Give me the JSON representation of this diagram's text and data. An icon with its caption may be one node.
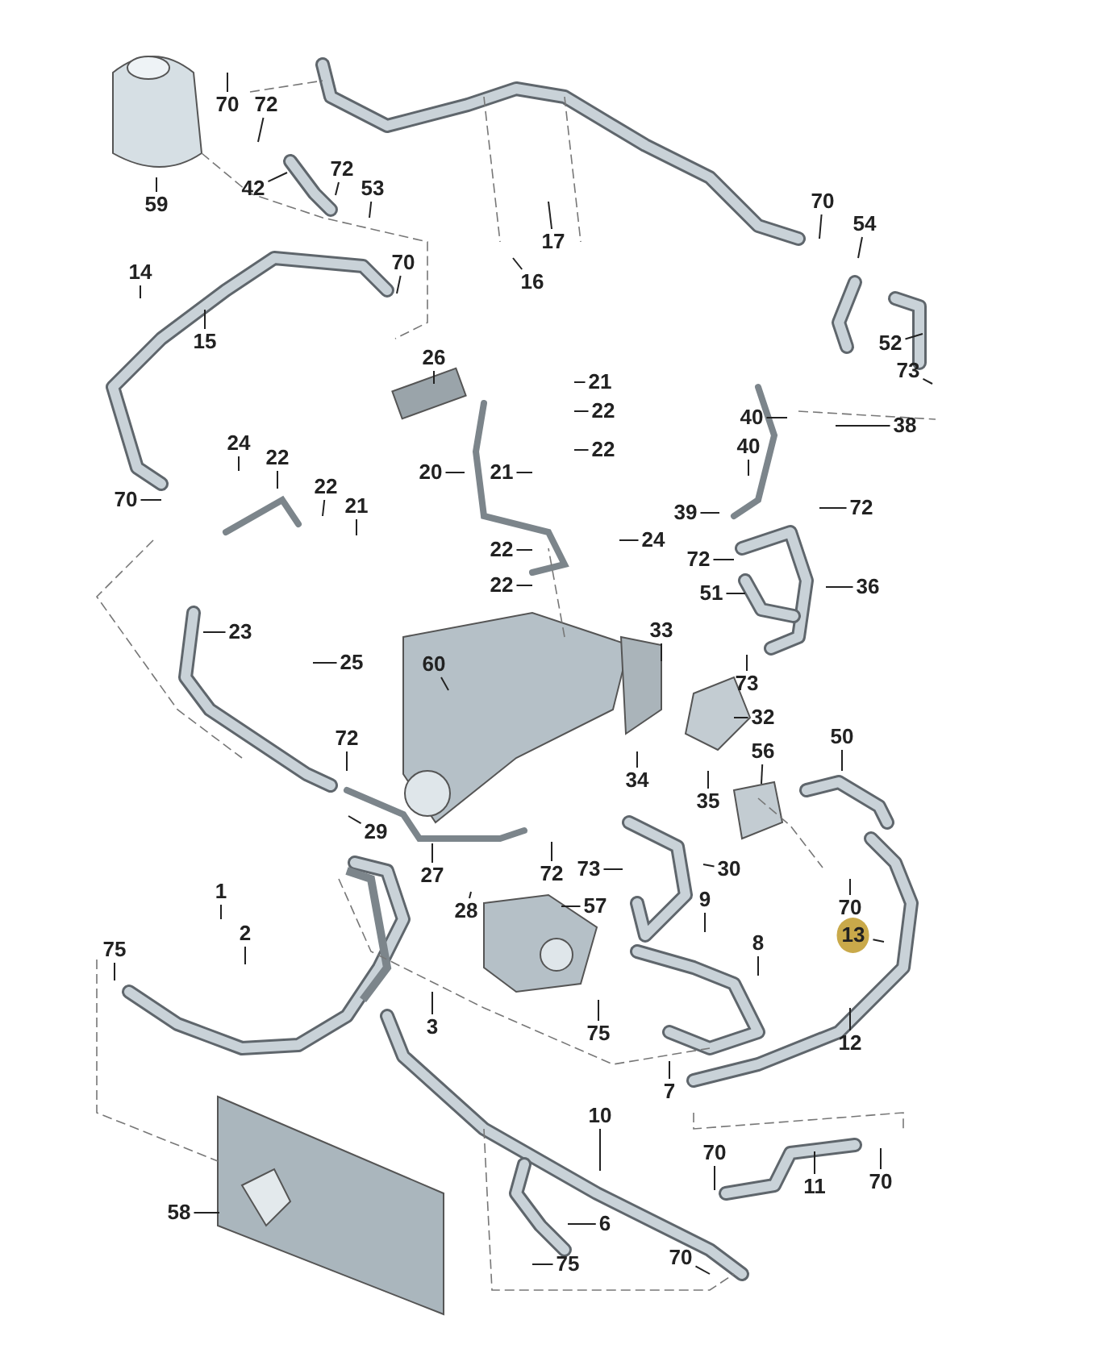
{
  "diagram": {
    "nodes": [
      {
        "text": [
          "70"
        ]
      },
      {
        "text": [
          "72"
        ]
      },
      {
        "text": [
          "59"
        ]
      },
      {
        "text": [
          "42"
        ]
      },
      {
        "text": [
          "72"
        ]
      },
      {
        "text": [
          "53"
        ]
      },
      {
        "text": [
          "70"
        ]
      },
      {
        "text": [
          "14"
        ]
      },
      {
        "text": [
          "15"
        ]
      },
      {
        "text": [
          "17"
        ]
      },
      {
        "text": [
          "16"
        ]
      },
      {
        "text": [
          "70"
        ]
      },
      {
        "text": [
          "54"
        ]
      },
      {
        "text": [
          "52"
        ]
      },
      {
        "text": [
          "73"
        ]
      },
      {
        "text": [
          "26"
        ]
      },
      {
        "text": [
          "21"
        ]
      },
      {
        "text": [
          "22"
        ]
      },
      {
        "text": [
          "22"
        ]
      },
      {
        "text": [
          "20"
        ]
      },
      {
        "text": [
          "21"
        ]
      },
      {
        "text": [
          "24"
        ]
      },
      {
        "text": [
          "22"
        ]
      },
      {
        "text": [
          "22"
        ]
      },
      {
        "text": [
          "21"
        ]
      },
      {
        "text": [
          "70"
        ]
      },
      {
        "text": [
          "40"
        ]
      },
      {
        "text": [
          "38"
        ]
      },
      {
        "text": [
          "40"
        ]
      },
      {
        "text": [
          "39"
        ]
      },
      {
        "text": [
          "72"
        ]
      },
      {
        "text": [
          "24"
        ]
      },
      {
        "text": [
          "22"
        ]
      },
      {
        "text": [
          "22"
        ]
      },
      {
        "text": [
          "72"
        ]
      },
      {
        "text": [
          "51"
        ]
      },
      {
        "text": [
          "36"
        ]
      },
      {
        "text": [
          "23"
        ]
      },
      {
        "text": [
          "25"
        ]
      },
      {
        "text": [
          "33"
        ]
      },
      {
        "text": [
          "60"
        ]
      },
      {
        "text": [
          "73"
        ]
      },
      {
        "text": [
          "32"
        ]
      },
      {
        "text": [
          "56"
        ]
      },
      {
        "text": [
          "50"
        ]
      },
      {
        "text": [
          "72"
        ]
      },
      {
        "text": [
          "34"
        ]
      },
      {
        "text": [
          "35"
        ]
      },
      {
        "text": [
          "29"
        ]
      },
      {
        "text": [
          "27"
        ]
      },
      {
        "text": [
          "72"
        ]
      },
      {
        "text": [
          "73"
        ]
      },
      {
        "text": [
          "30"
        ]
      },
      {
        "text": [
          "57"
        ]
      },
      {
        "text": [
          "28"
        ]
      },
      {
        "text": [
          "9"
        ]
      },
      {
        "text": [
          "1"
        ]
      },
      {
        "text": [
          "2"
        ]
      },
      {
        "text": [
          "75"
        ]
      },
      {
        "text": [
          "8"
        ]
      },
      {
        "text": [
          "70"
        ]
      },
      {
        "text": [
          "13"
        ]
      },
      {
        "text": [
          "3"
        ]
      },
      {
        "text": [
          "75"
        ]
      },
      {
        "text": [
          "12"
        ]
      },
      {
        "text": [
          "7"
        ]
      },
      {
        "text": [
          "10"
        ]
      },
      {
        "text": [
          "70"
        ]
      },
      {
        "text": [
          "58"
        ]
      },
      {
        "text": [
          "11"
        ]
      },
      {
        "text": [
          "70"
        ]
      },
      {
        "text": [
          "6"
        ]
      },
      {
        "text": [
          "70"
        ]
      },
      {
        "text": [
          "75"
        ]
      }
    ],
    "edges": [
      {
        "from": 0,
        "to": null,
        "arrow": "none"
      },
      {
        "from": 1,
        "to": null,
        "arrow": "none"
      },
      {
        "from": 2,
        "to": null,
        "arrow": "none"
      },
      {
        "from": 3,
        "to": null,
        "arrow": "none"
      },
      {
        "from": 4,
        "to": null,
        "arrow": "none"
      },
      {
        "from": 5,
        "to": null,
        "arrow": "none"
      },
      {
        "from": 6,
        "to": null,
        "arrow": "none"
      },
      {
        "from": 7,
        "to": null,
        "arrow": "none"
      },
      {
        "from": 8,
        "to": null,
        "arrow": "none"
      },
      {
        "from": 9,
        "to": null,
        "arrow": "none"
      },
      {
        "from": 10,
        "to": null,
        "arrow": "none"
      },
      {
        "from": 11,
        "to": null,
        "arrow": "none"
      },
      {
        "from": 12,
        "to": null,
        "arrow": "none"
      },
      {
        "from": 13,
        "to": null,
        "arrow": "none"
      },
      {
        "from": 14,
        "to": null,
        "arrow": "none"
      },
      {
        "from": 15,
        "to": null,
        "arrow": "none"
      },
      {
        "from": 16,
        "to": null,
        "arrow": "none"
      },
      {
        "from": 17,
        "to": null,
        "arrow": "none"
      },
      {
        "from": 18,
        "to": null,
        "arrow": "none"
      },
      {
        "from": 19,
        "to": null,
        "arrow": "none"
      },
      {
        "from": 20,
        "to": null,
        "arrow": "none"
      },
      {
        "from": 21,
        "to": null,
        "arrow": "none"
      },
      {
        "from": 22,
        "to": null,
        "arrow": "none"
      },
      {
        "from": 23,
        "to": null,
        "arrow": "none"
      },
      {
        "from": 24,
        "to": null,
        "arrow": "none"
      },
      {
        "from": 25,
        "to": null,
        "arrow": "none"
      },
      {
        "from": 26,
        "to": null,
        "arrow": "none"
      },
      {
        "from": 27,
        "to": null,
        "arrow": "none"
      },
      {
        "from": 28,
        "to": null,
        "arrow": "none"
      },
      {
        "from": 29,
        "to": null,
        "arrow": "none"
      },
      {
        "from": 30,
        "to": null,
        "arrow": "none"
      },
      {
        "from": 31,
        "to": null,
        "arrow": "none"
      },
      {
        "from": 32,
        "to": null,
        "arrow": "none"
      },
      {
        "from": 33,
        "to": null,
        "arrow": "none"
      },
      {
        "from": 34,
        "to": null,
        "arrow": "none"
      },
      {
        "from": 35,
        "to": null,
        "arrow": "none"
      },
      {
        "from": 36,
        "to": null,
        "arrow": "none"
      },
      {
        "from": 37,
        "to": null,
        "arrow": "none"
      },
      {
        "from": 38,
        "to": null,
        "arrow": "none"
      },
      {
        "from": 39,
        "to": null,
        "arrow": "none"
      },
      {
        "from": 40,
        "to": null,
        "arrow": "none"
      },
      {
        "from": 41,
        "to": null,
        "arrow": "none"
      },
      {
        "from": 42,
        "to": null,
        "arrow": "none"
      },
      {
        "from": 43,
        "to": null,
        "arrow": "none"
      },
      {
        "from": 44,
        "to": null,
        "arrow": "none"
      },
      {
        "from": 45,
        "to": null,
        "arrow": "none"
      },
      {
        "from": 46,
        "to": null,
        "arrow": "none"
      },
      {
        "from": 47,
        "to": null,
        "arrow": "none"
      },
      {
        "from": 48,
        "to": null,
        "arrow": "none"
      },
      {
        "from": 49,
        "to": null,
        "arrow": "none"
      },
      {
        "from": 50,
        "to": null,
        "arrow": "none"
      },
      {
        "from": 51,
        "to": null,
        "arrow": "none"
      },
      {
        "from": 52,
        "to": null,
        "arrow": "none"
      },
      {
        "from": 53,
        "to": null,
        "arrow": "none"
      },
      {
        "from": 54,
        "to": null,
        "arrow": "none"
      },
      {
        "from": 55,
        "to": null,
        "arrow": "none"
      },
      {
        "from": 56,
        "to": null,
        "arrow": "none"
      },
      {
        "from": 57,
        "to": null,
        "arrow": "none"
      },
      {
        "from": 58,
        "to": null,
        "arrow": "none"
      },
      {
        "from": 59,
        "to": null,
        "arrow": "none"
      },
      {
        "from": 60,
        "to": null,
        "arrow": "none"
      },
      {
        "from": 61,
        "to": null,
        "arrow": "none"
      },
      {
        "from": 62,
        "to": null,
        "arrow": "none"
      },
      {
        "from": 63,
        "to": null,
        "arrow": "none"
      },
      {
        "from": 64,
        "to": null,
        "arrow": "none"
      },
      {
        "from": 65,
        "to": null,
        "arrow": "none"
      },
      {
        "from": 66,
        "to": null,
        "arrow": "none"
      },
      {
        "from": 67,
        "to": null,
        "arrow": "none"
      },
      {
        "from": 68,
        "to": null,
        "arrow": "none"
      },
      {
        "from": 69,
        "to": null,
        "arrow": "none"
      },
      {
        "from": 70,
        "to": null,
        "arrow": "none"
      },
      {
        "from": 71,
        "to": null,
        "arrow": "none"
      },
      {
        "from": 72,
        "to": null,
        "arrow": "none"
      },
      {
        "from": 73,
        "to": null,
        "arrow": "none"
      }
    ]
  }
}
